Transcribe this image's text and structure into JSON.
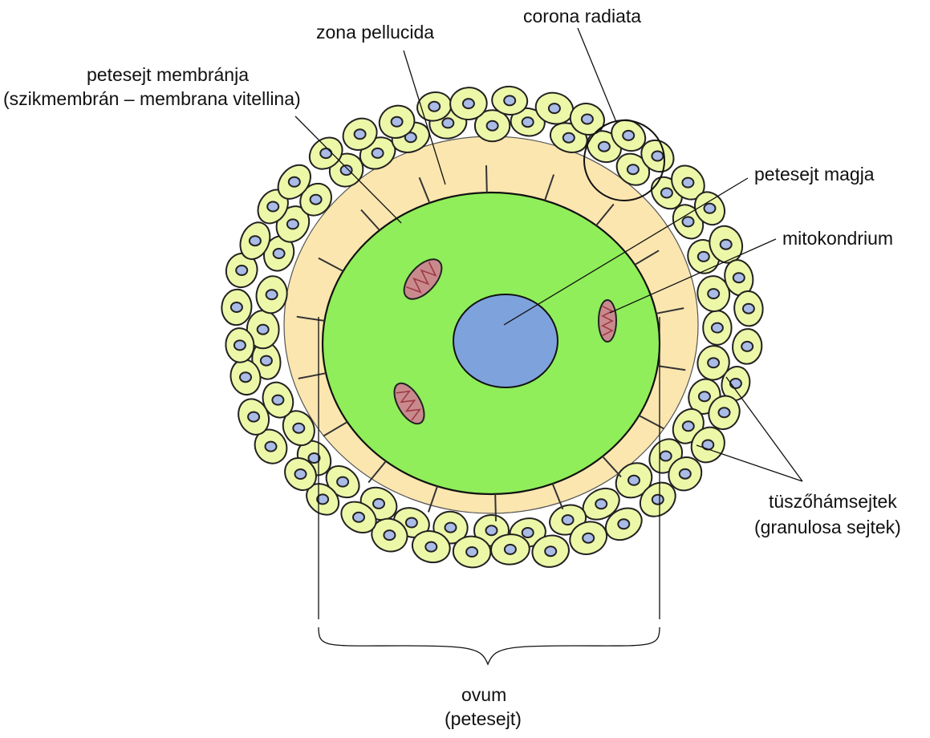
{
  "diagram": {
    "labels": {
      "zona_pellucida": "zona pellucida",
      "corona_radiata": "corona radiata",
      "membrane_line1": "petesejt membránja",
      "membrane_line2": "(szikmembrán – membrana vitellina)",
      "nucleus": "petesejt magja",
      "mitochondrion": "mitokondrium",
      "granulosa_line1": "tüszőhámsejtek",
      "granulosa_line2": "(granulosa sejtek)",
      "ovum_line1": "ovum",
      "ovum_line2": "(petesejt)"
    },
    "colors": {
      "cytoplasm": "#90ee5a",
      "zona": "#fbe6b0",
      "nucleus": "#7ea2dc",
      "cell_fill": "#edf7a8",
      "cell_nucleus": "#a9bbe6",
      "mitochondrion": "#c98a8e",
      "mito_cristae": "#9e3a44",
      "outline": "#222222"
    }
  }
}
